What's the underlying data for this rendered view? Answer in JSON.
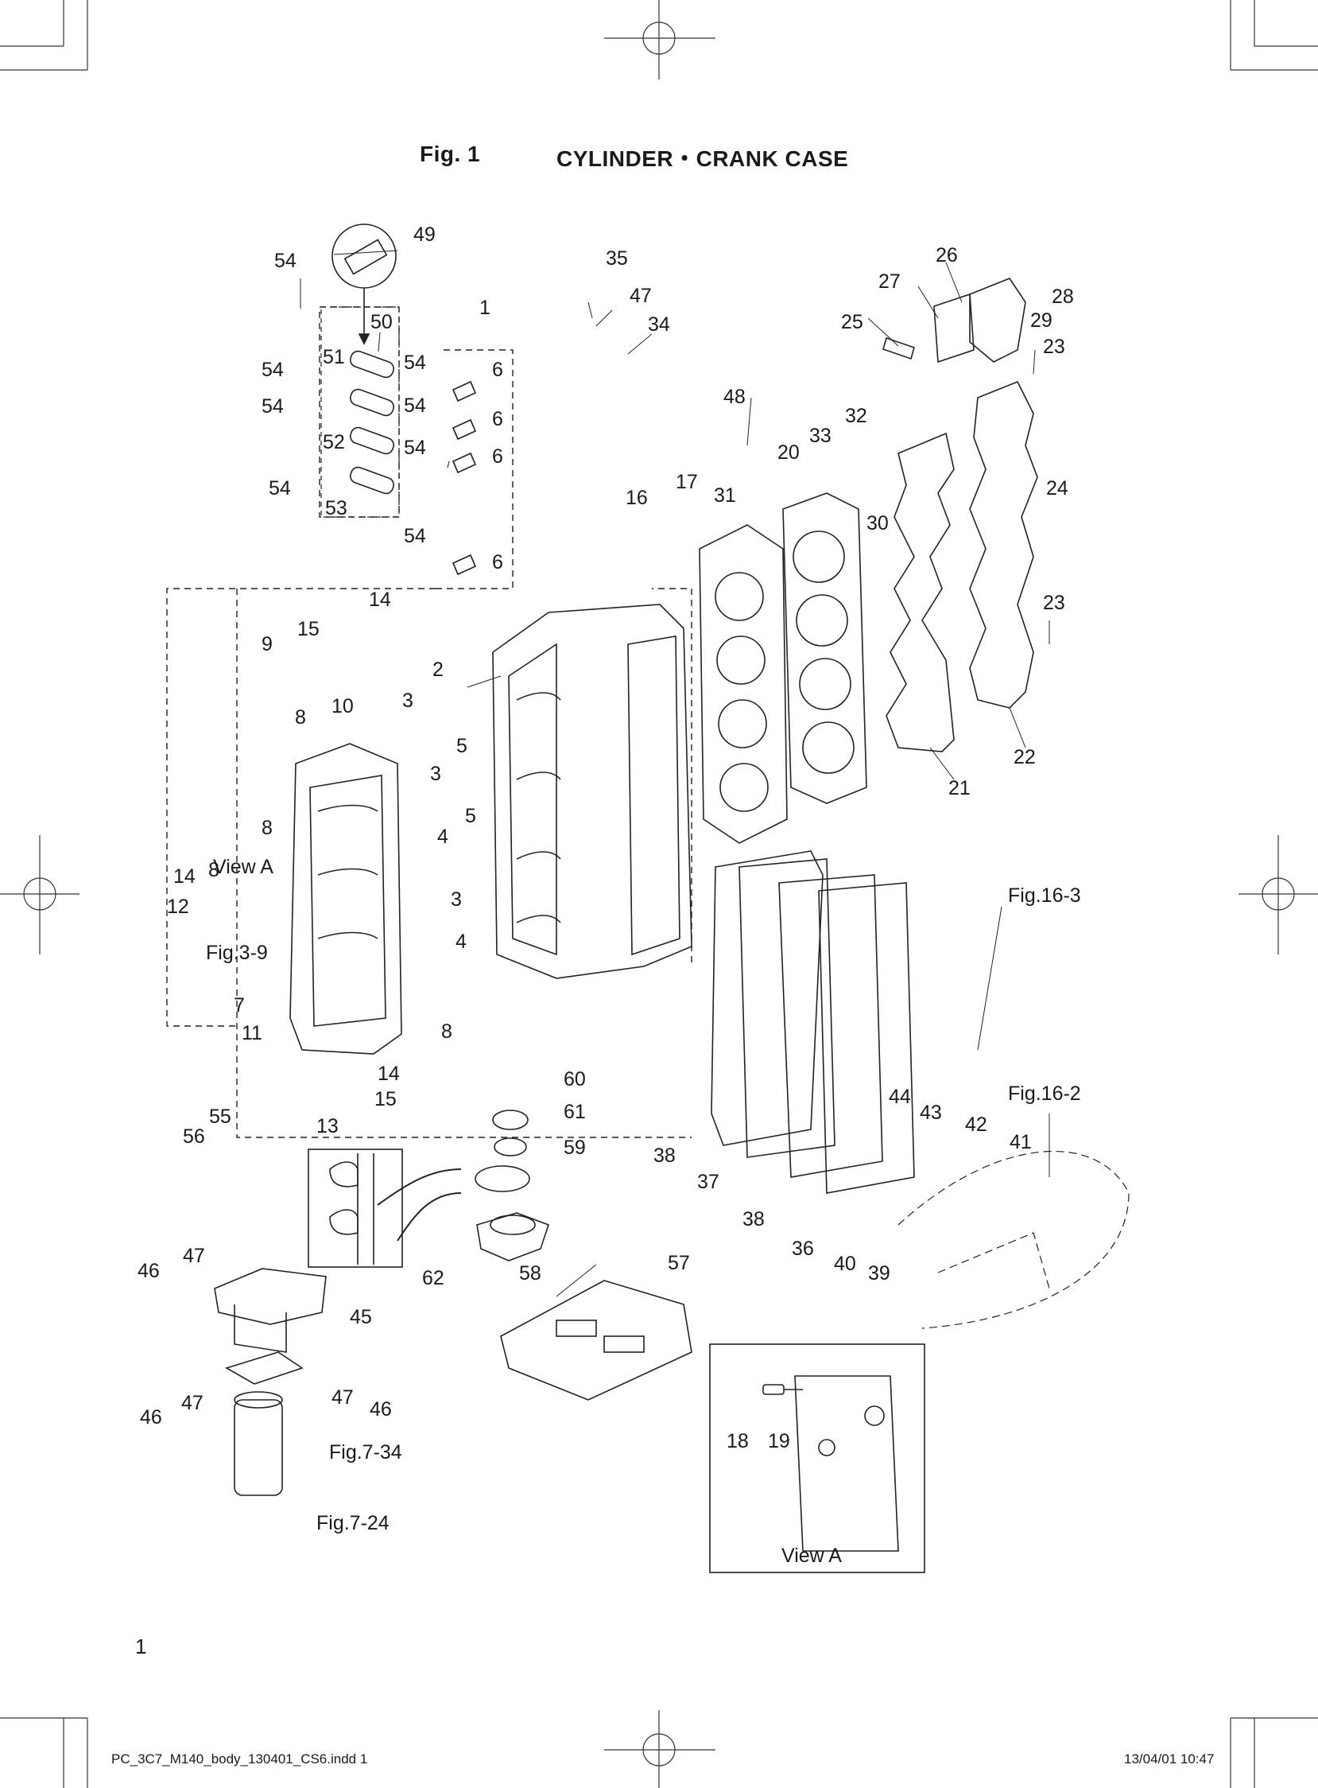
{
  "header": {
    "figure": "Fig. 1",
    "title": "CYLINDER・CRANK CASE"
  },
  "page_number": "1",
  "slug": {
    "file": "PC_3C7_M140_body_130401_CS6.indd   1",
    "datetime": "13/04/01   10:47"
  },
  "part_labels": [
    {
      "id": "l49",
      "text": "49"
    },
    {
      "id": "l54a",
      "text": "54"
    },
    {
      "id": "l50",
      "text": "50"
    },
    {
      "id": "l51",
      "text": "51"
    },
    {
      "id": "l54b",
      "text": "54"
    },
    {
      "id": "l54c",
      "text": "54"
    },
    {
      "id": "l54d",
      "text": "54"
    },
    {
      "id": "l54e",
      "text": "54"
    },
    {
      "id": "l52",
      "text": "52"
    },
    {
      "id": "l54f",
      "text": "54"
    },
    {
      "id": "l54g",
      "text": "54"
    },
    {
      "id": "l53",
      "text": "53"
    },
    {
      "id": "l54h",
      "text": "54"
    },
    {
      "id": "l1",
      "text": "1"
    },
    {
      "id": "l6a",
      "text": "6"
    },
    {
      "id": "l6b",
      "text": "6"
    },
    {
      "id": "l6c",
      "text": "6"
    },
    {
      "id": "l6d",
      "text": "6"
    },
    {
      "id": "l35",
      "text": "35"
    },
    {
      "id": "l47a",
      "text": "47"
    },
    {
      "id": "l34",
      "text": "34"
    },
    {
      "id": "l48",
      "text": "48"
    },
    {
      "id": "l26",
      "text": "26"
    },
    {
      "id": "l27",
      "text": "27"
    },
    {
      "id": "l28",
      "text": "28"
    },
    {
      "id": "l29",
      "text": "29"
    },
    {
      "id": "l25",
      "text": "25"
    },
    {
      "id": "l23a",
      "text": "23"
    },
    {
      "id": "l32",
      "text": "32"
    },
    {
      "id": "l33",
      "text": "33"
    },
    {
      "id": "l20",
      "text": "20"
    },
    {
      "id": "l24",
      "text": "24"
    },
    {
      "id": "l16",
      "text": "16"
    },
    {
      "id": "l17",
      "text": "17"
    },
    {
      "id": "l31",
      "text": "31"
    },
    {
      "id": "l30",
      "text": "30"
    },
    {
      "id": "l23b",
      "text": "23"
    },
    {
      "id": "l22",
      "text": "22"
    },
    {
      "id": "l21",
      "text": "21"
    },
    {
      "id": "l14a",
      "text": "14"
    },
    {
      "id": "l9",
      "text": "9"
    },
    {
      "id": "l15a",
      "text": "15"
    },
    {
      "id": "l10",
      "text": "10"
    },
    {
      "id": "l8a",
      "text": "8"
    },
    {
      "id": "l2",
      "text": "2"
    },
    {
      "id": "l3a",
      "text": "3"
    },
    {
      "id": "l5a",
      "text": "5"
    },
    {
      "id": "l3b",
      "text": "3"
    },
    {
      "id": "l5b",
      "text": "5"
    },
    {
      "id": "l4a",
      "text": "4"
    },
    {
      "id": "l3c",
      "text": "3"
    },
    {
      "id": "l4b",
      "text": "4"
    },
    {
      "id": "l8b",
      "text": "8"
    },
    {
      "id": "l8c",
      "text": "8"
    },
    {
      "id": "l14b",
      "text": "14"
    },
    {
      "id": "l12",
      "text": "12"
    },
    {
      "id": "l7",
      "text": "7"
    },
    {
      "id": "l11",
      "text": "11"
    },
    {
      "id": "l8d",
      "text": "8"
    },
    {
      "id": "l14c",
      "text": "14"
    },
    {
      "id": "l15b",
      "text": "15"
    },
    {
      "id": "l13",
      "text": "13"
    },
    {
      "id": "l55",
      "text": "55"
    },
    {
      "id": "l56",
      "text": "56"
    },
    {
      "id": "l60",
      "text": "60"
    },
    {
      "id": "l61",
      "text": "61"
    },
    {
      "id": "l59",
      "text": "59"
    },
    {
      "id": "l58",
      "text": "58"
    },
    {
      "id": "l62",
      "text": "62"
    },
    {
      "id": "l57",
      "text": "57"
    },
    {
      "id": "l47b",
      "text": "47"
    },
    {
      "id": "l46a",
      "text": "46"
    },
    {
      "id": "l45",
      "text": "45"
    },
    {
      "id": "l47c",
      "text": "47"
    },
    {
      "id": "l46b",
      "text": "46"
    },
    {
      "id": "l47d",
      "text": "47"
    },
    {
      "id": "l46c",
      "text": "46"
    },
    {
      "id": "l38a",
      "text": "38"
    },
    {
      "id": "l37",
      "text": "37"
    },
    {
      "id": "l38b",
      "text": "38"
    },
    {
      "id": "l36",
      "text": "36"
    },
    {
      "id": "l40",
      "text": "40"
    },
    {
      "id": "l39",
      "text": "39"
    },
    {
      "id": "l44",
      "text": "44"
    },
    {
      "id": "l43",
      "text": "43"
    },
    {
      "id": "l42",
      "text": "42"
    },
    {
      "id": "l41",
      "text": "41"
    },
    {
      "id": "l18",
      "text": "18"
    },
    {
      "id": "l19",
      "text": "19"
    }
  ],
  "references": {
    "view_a": "View A",
    "fig_3_9": "Fig.3-9",
    "fig_16_3": "Fig.16-3",
    "fig_16_2": "Fig.16-2",
    "fig_7_34": "Fig.7-34",
    "fig_7_24": "Fig.7-24",
    "view_a_caption": "View A"
  }
}
